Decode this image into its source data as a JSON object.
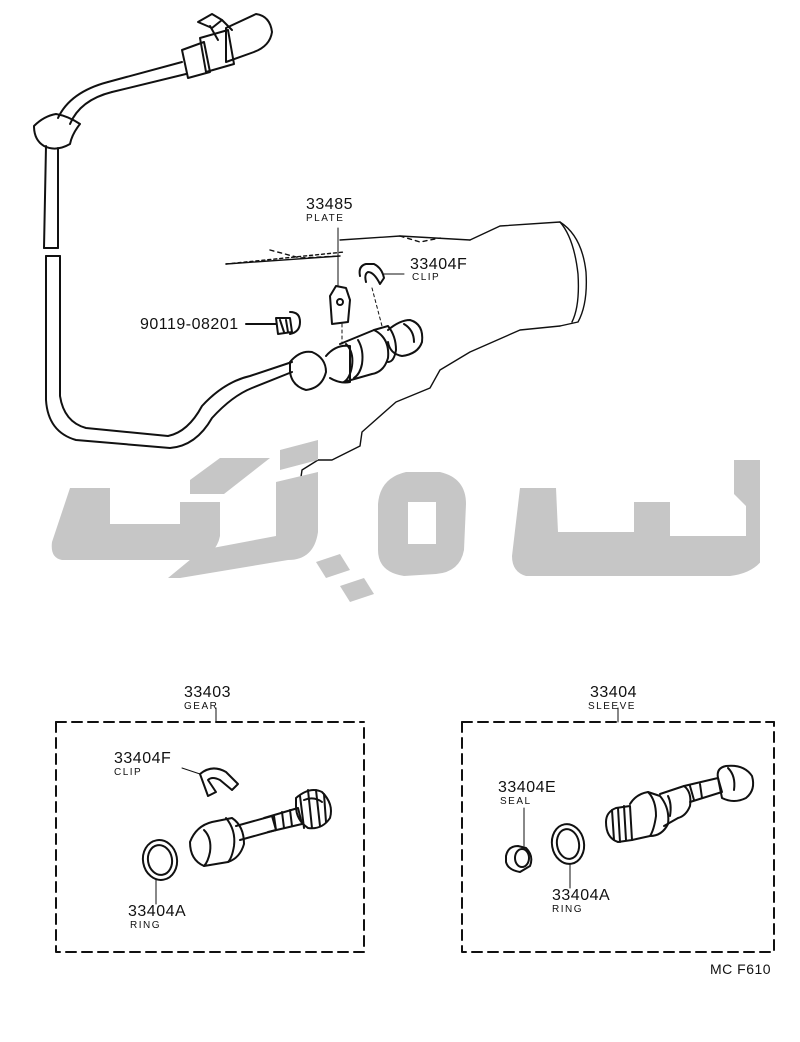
{
  "colors": {
    "line": "#111111",
    "watermark": "#c6c6c6",
    "background": "#ffffff"
  },
  "top_assembly": {
    "plate": {
      "part_number": "33485",
      "name": "PLATE"
    },
    "clip": {
      "part_number": "33404F",
      "name": "CLIP"
    },
    "bolt": {
      "part_number": "90119-08201"
    }
  },
  "gear_box": {
    "part_number": "33403",
    "name": "GEAR",
    "clip": {
      "part_number": "33404F",
      "name": "CLIP"
    },
    "ring": {
      "part_number": "33404A",
      "name": "RING"
    }
  },
  "sleeve_box": {
    "part_number": "33404",
    "name": "SLEEVE",
    "seal": {
      "part_number": "33404E",
      "name": "SEAL"
    },
    "ring": {
      "part_number": "33404A",
      "name": "RING"
    }
  },
  "diagram_code": "MC F610",
  "watermark_icon": "logo-watermark"
}
